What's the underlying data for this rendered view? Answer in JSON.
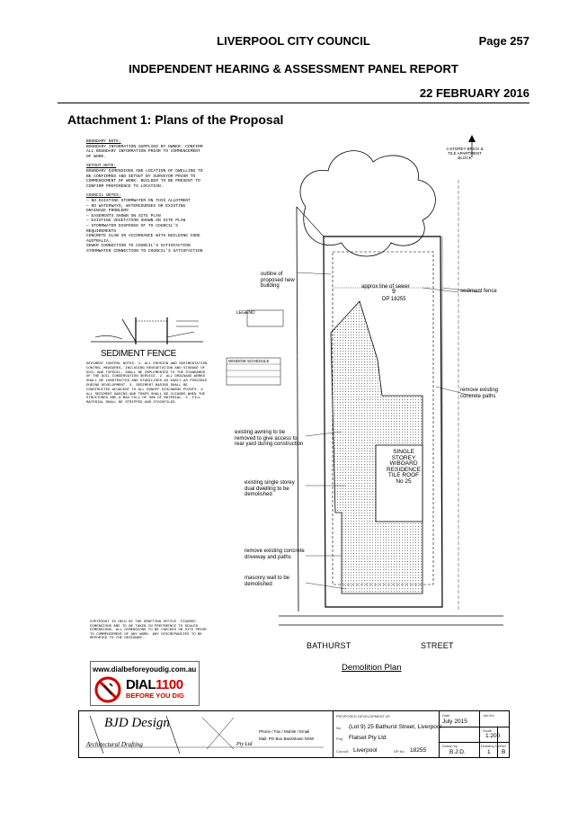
{
  "header": {
    "council": "LIVERPOOL CITY COUNCIL",
    "page": "Page 257",
    "report": "INDEPENDENT HEARING & ASSESSMENT PANEL REPORT",
    "date": "22 FEBRUARY 2016"
  },
  "attachment_title": "Attachment 1: Plans of the Proposal",
  "notes": {
    "boundary_title": "BOUNDARY NOTE:",
    "boundary_text": "BOUNDARY INFORMATION SUPPLIED BY OWNER. CONFIRM ALL BOUNDARY INFORMATION PRIOR TO COMMENCEMENT OF WORK.",
    "setout_title": "SETOUT NOTE:",
    "setout_text": "BOUNDARY DIMENSIONS AND LOCATION OF DWELLING TO BE CONFIRMED AND SETOUT BY SURVEYOR PRIOR TO COMMENCEMENT OF WORK. BUILDER TO BE PRESENT TO CONFIRM PREFERENCE TO LOCATION.",
    "council_title": "COUNCIL NOTES:",
    "council_1": "— NO EXISTING STORMWATER ON THIS ALLOTMENT",
    "council_2": "— NO WATERWAYS, WATERCOURSES OR EXISTING DRAINAGE PROBLEMS",
    "council_3": "— EASEMENTS SHOWN ON SITE PLAN",
    "council_4": "— EXISTING VEGETATION SHOWN ON SITE PLAN",
    "council_5": "— STORMWATER DISPOSED OF TO COUNCIL'S REQUIREMENTS",
    "council_6": "CONCRETE SLAB IN ACCORDANCE WITH BUILDING CODE AUSTRALIA.",
    "council_7": "SEWER CONNECTION TO COUNCIL'S SATISFACTION",
    "council_8": "STORMWATER CONNECTION TO COUNCIL'S SATISFACTION"
  },
  "fence": {
    "title": "SEDIMENT FENCE",
    "notes": "SEDIMENT CONTROL NOTES: 1. ALL EROSION AND SEDIMENTATION CONTROL MEASURES, INCLUDING REVEGETATION AND STORAGE OF SOIL AND TOPSOIL, SHALL BE IMPLEMENTED TO THE STANDARDS OF THE SOIL CONSERVATION SERVICE. 2. ALL DRAINAGE WORKS SHALL BE CONSTRUCTED AND STABILISED AS EARLY AS POSSIBLE DURING DEVELOPMENT. 3. SEDIMENT BASINS SHALL BE CONSTRUCTED ADJACENT TO ALL RUNOFF DISCHARGE POINTS. 4. ALL SEDIMENT BASINS AND TRAPS SHALL BE CLEANED WHEN THE STRUCTURES ARE A MAX FULL OF 30% OF MATERIAL. 5. FILL MATERIAL SHALL BE STRIPPED AND STOCKPILED.",
    "fine_print": "COPYRIGHT IS HELD BY THE DRAFTING OFFICE. FIGURED DIMENSIONS ARE TO BE TAKEN IN PREFERENCE TO SCALED DIMENSIONS. ALL DIMENSIONS TO BE CHECKED ON SITE PRIOR TO COMMENCEMENT OF ANY WORK. ANY DISCREPANCIES TO BE REPORTED TO THE DESIGNER."
  },
  "dial": {
    "url": "www.dialbeforeyoudig.com.au",
    "num_a": "DIAL",
    "num_b": "1100",
    "sub": "BEFORE YOU DIG"
  },
  "plan": {
    "outline": "outline of proposed new building",
    "sewer": "approx line of sewer",
    "sediment_fence": "sediment fence",
    "remove_paths": "remove existing concrete paths",
    "awning": "existing awning to be removed to give access to rear yard during construction",
    "single_storey_1": "existing single storey",
    "single_storey_2": "dual dwelling to be demolished",
    "remove_driveway": "remove existing concrete driveway and paths",
    "masonry": "masonry wall to be demolished",
    "residence_1": "SINGLE",
    "residence_2": "STOREY",
    "residence_3": "W/BOARD",
    "residence_4": "RESIDENCE",
    "residence_5": "TILE ROOF",
    "residence_6": "No 25",
    "lot": "9",
    "dp": "DP 18255",
    "street_a": "BATHURST",
    "street_b": "STREET",
    "title": "Demolition Plan",
    "legend": "LEGEND",
    "window_schedule": "WINDOW SCHEDULE",
    "apartment": "4 STOREY BRICK & TILE APARTMENT BLOCK"
  },
  "title_block": {
    "firm": "BJD Design",
    "firm_sub": "Architectural Drafting",
    "firm_pty": "Pty Ltd",
    "contact": "Phone / Fax / Mobile / Email",
    "address": "Mail: PO Box  Bankstown NSW",
    "dev_label": "PROPOSED DEVELOPMENT AT:",
    "dev_no_label": "No",
    "dev_value": "(Lot 9) 25 Bathurst Street, Liverpool",
    "proj_label": "Proj",
    "proj_value": "Flatset Pty Ltd",
    "council_label": "Council",
    "council_value": "Liverpool",
    "dp_label": "DP No",
    "dp_value": "18255",
    "date_label": "Date",
    "date_value": "July 2015",
    "job_label": "Job No",
    "job_value": "",
    "scale_label": "Scale",
    "scale_value": "1:200",
    "drawn_label": "Drawn by",
    "drawn_value": "B.J.D.",
    "dwg_label": "Drawing No",
    "dwg_value": "1",
    "rev_label": "Rev",
    "rev_value": "B"
  }
}
